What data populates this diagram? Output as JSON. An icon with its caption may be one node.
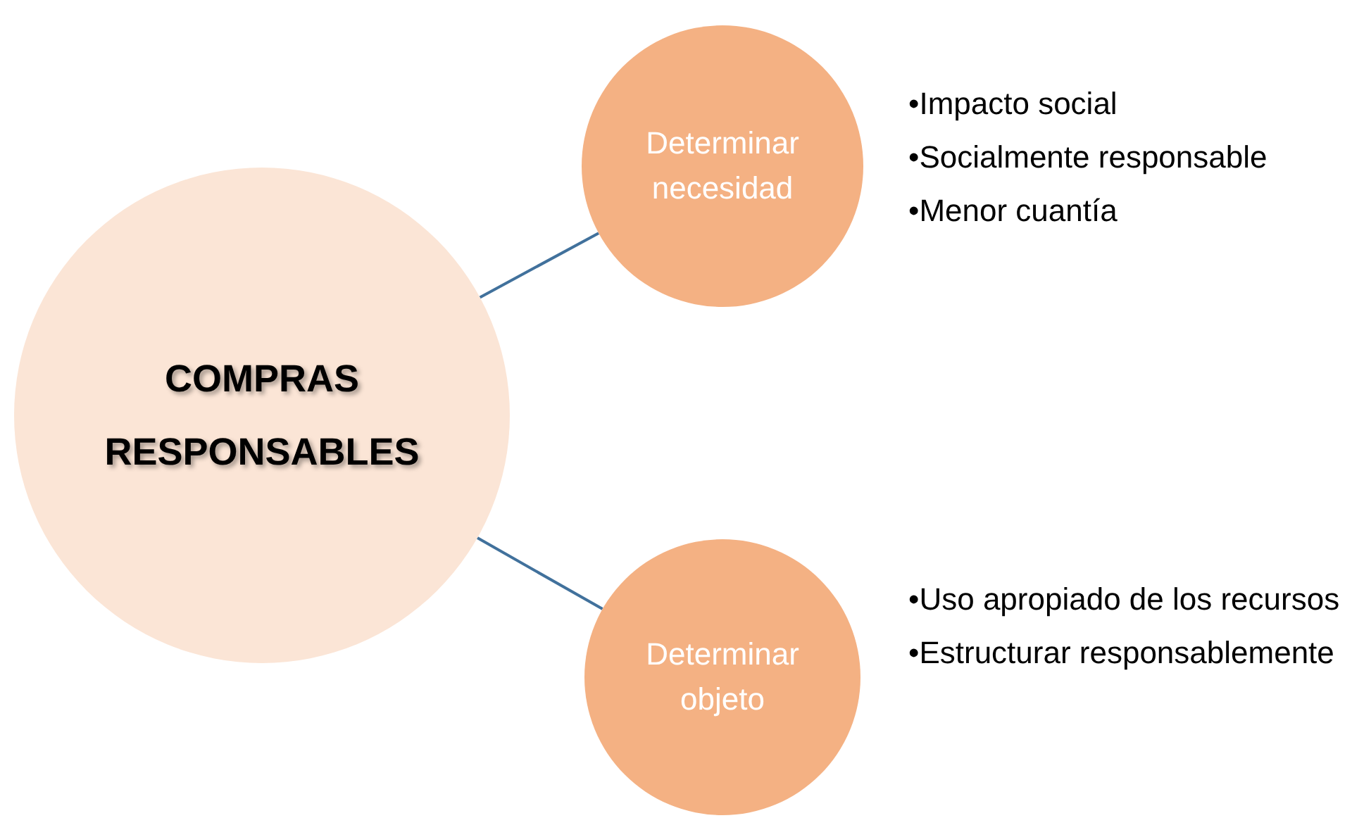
{
  "diagram": {
    "nodes": [
      {
        "text": [
          "COMPRAS RESPONSABLES"
        ]
      },
      {
        "text": [
          "Determinar necesidad"
        ],
        "beside": [
          "•Impacto social",
          "•Socialmente responsable",
          "•Menor cuantía"
        ]
      },
      {
        "text": [
          "Determinar objeto"
        ],
        "beside": [
          "•Uso apropiado de los recursos",
          "•Estructurar responsablemente"
        ]
      }
    ],
    "edges": [
      {
        "from": 0,
        "to": 1,
        "arrow": "none"
      },
      {
        "from": 0,
        "to": 2,
        "arrow": "none"
      }
    ]
  }
}
